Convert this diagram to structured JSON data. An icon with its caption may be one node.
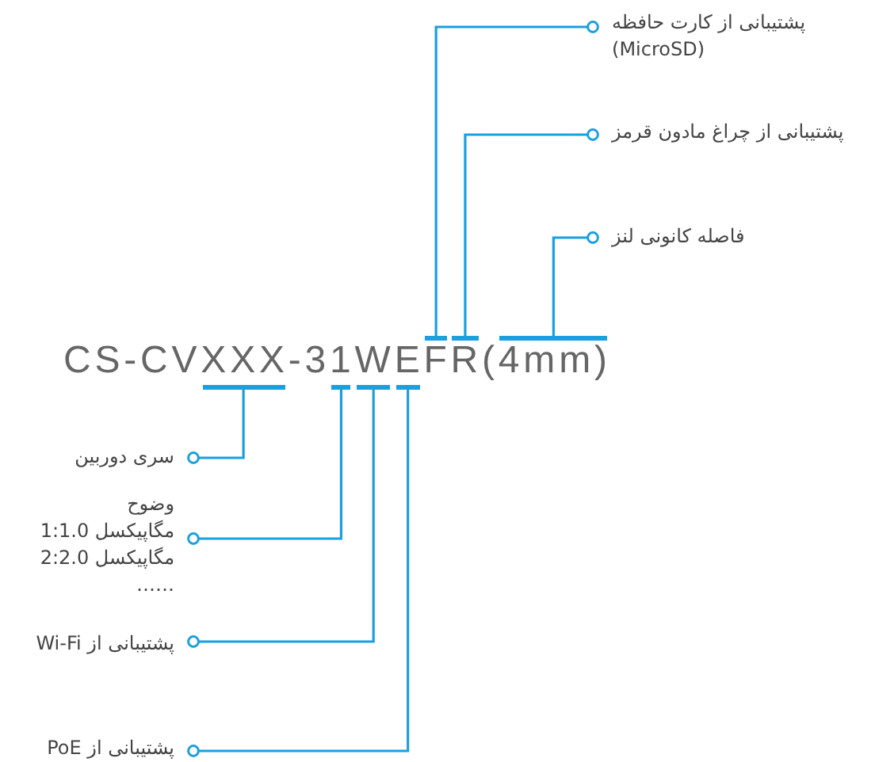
{
  "diagram": {
    "nodes": [
      {
        "text": [
          "پشتیبانی از کارت حافظه (MicroSD)"
        ]
      },
      {
        "text": [
          "پشتیبانی از چراغ مادون قرمز"
        ]
      },
      {
        "text": [
          "فاصله کانونی لنز"
        ]
      },
      {
        "text": [],
        "shape": "bar"
      },
      {
        "text": [],
        "shape": "bar"
      },
      {
        "text": [],
        "shape": "bar"
      },
      {
        "text": [],
        "shape": "bar"
      },
      {
        "text": [],
        "shape": "bar"
      },
      {
        "text": [],
        "shape": "bar"
      },
      {
        "text": [],
        "shape": "bar"
      },
      {
        "text": [
          "سری دوربین"
        ]
      },
      {
        "text": [
          "وضوح",
          "1:1.0 مگاپیکسل",
          "2:2.0 مگاپیکسل",
          "……"
        ]
      },
      {
        "text": [
          "پشتیبانی از Wi-Fi"
        ]
      },
      {
        "text": [
          "پشتیبانی از PoE"
        ]
      }
    ],
    "edges": [
      {
        "from": 0,
        "to": 3,
        "arrow": "other"
      },
      {
        "from": 1,
        "to": 4,
        "arrow": "other"
      },
      {
        "from": 2,
        "to": 5,
        "arrow": "other"
      },
      {
        "from": 10,
        "to": 6,
        "arrow": "other"
      },
      {
        "from": 11,
        "to": 7,
        "arrow": "other"
      },
      {
        "from": 12,
        "to": 8,
        "arrow": "other"
      },
      {
        "from": 13,
        "to": 9,
        "arrow": "other"
      }
    ],
    "labels": [
      "CS-CVXXX-31WEFR(4mm)"
    ]
  }
}
